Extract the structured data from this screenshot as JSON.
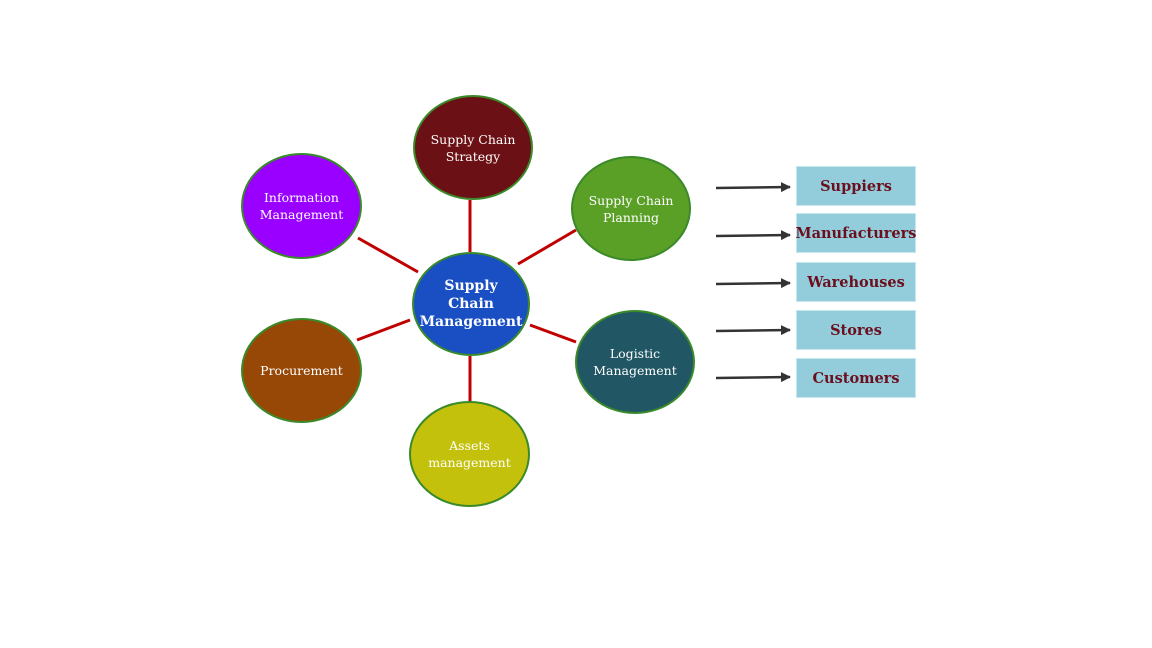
{
  "center": {
    "line1": "Supply Chain",
    "line2": "Management",
    "color": "#1a4fc4"
  },
  "nodes": [
    {
      "line1": "Supply Chain",
      "line2": "Strategy",
      "color": "#6b1014"
    },
    {
      "line1": "Supply Chain",
      "line2": "Planning",
      "color": "#5aa027"
    },
    {
      "line1": "Logistic",
      "line2": "Management",
      "color": "#215665"
    },
    {
      "line1": "Assets",
      "line2": "management",
      "color": "#c4c10d"
    },
    {
      "line1": "Procurement",
      "line2": "",
      "color": "#984806"
    },
    {
      "line1": "Information",
      "line2": "Management",
      "color": "#9a00ff"
    }
  ],
  "flow": [
    "Suppiers",
    "Manufacturers",
    "Warehouses",
    "Stores",
    "Customers"
  ],
  "colors": {
    "connector": "#c00000",
    "arrow": "#333333",
    "box_fill": "#93cddb",
    "box_text": "#6b0f1f"
  }
}
